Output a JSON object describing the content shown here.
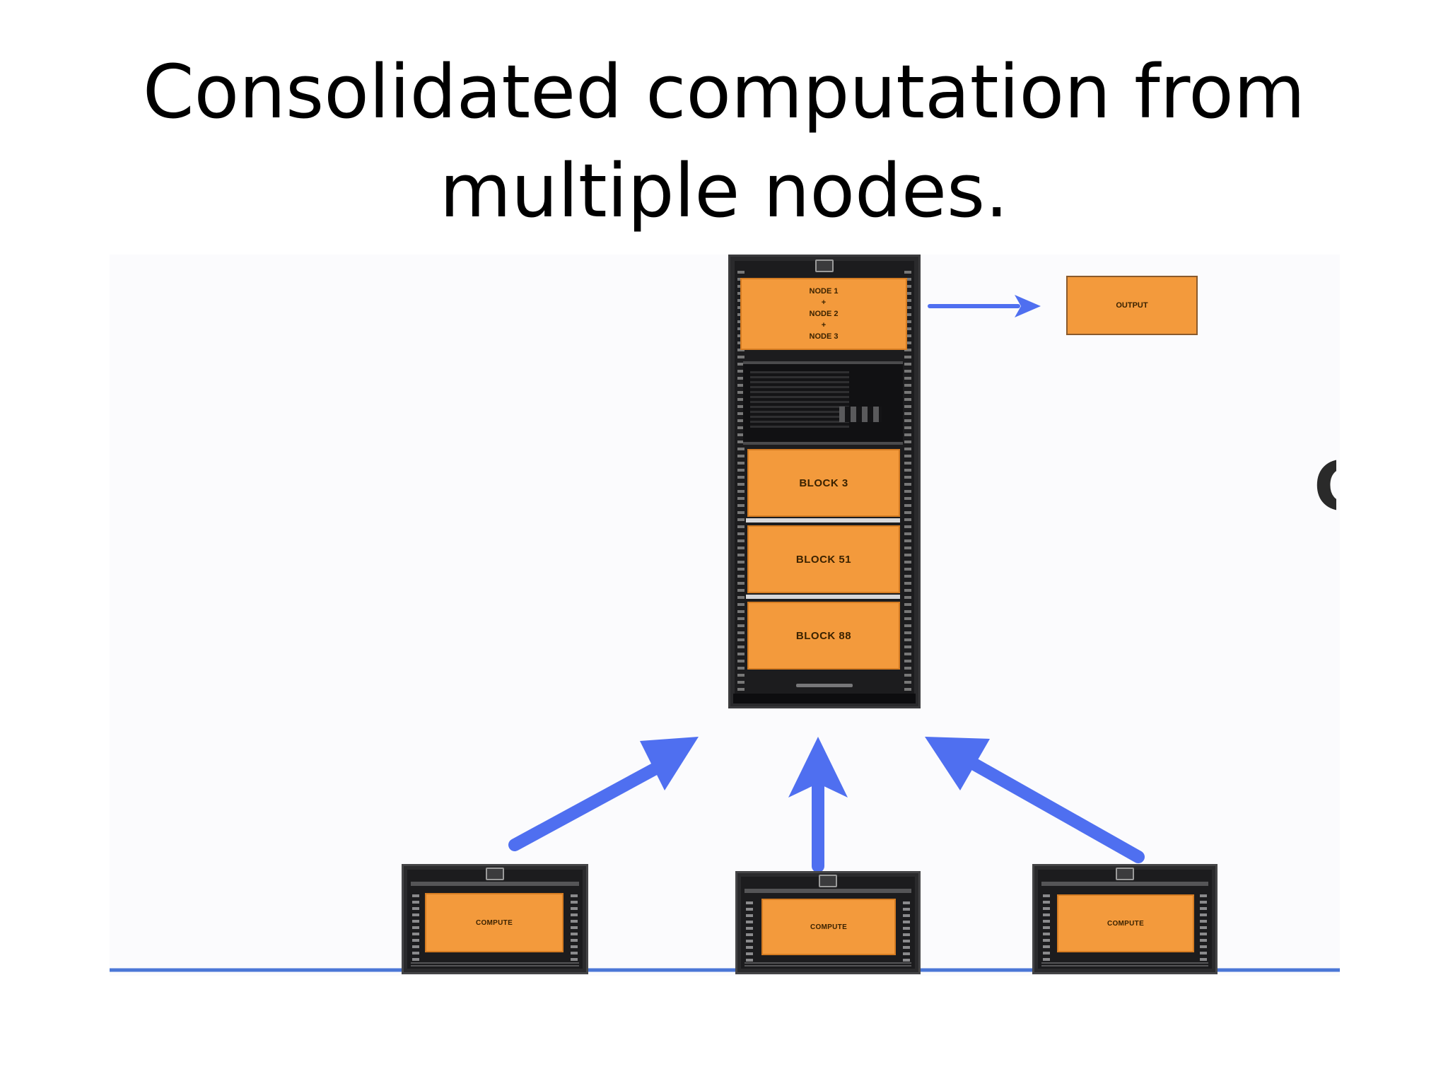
{
  "slide": {
    "title_line1": "Consolidated computation from",
    "title_line2": "multiple nodes."
  },
  "main_server": {
    "node_lines": [
      "NODE 1",
      "+",
      "NODE 2",
      "+",
      "NODE 3"
    ],
    "blocks": [
      "BLOCK 3",
      "BLOCK 51",
      "BLOCK 88"
    ]
  },
  "output": {
    "label": "OUTPUT"
  },
  "compute_nodes": [
    {
      "label": "COMPUTE"
    },
    {
      "label": "COMPUTE"
    },
    {
      "label": "COMPUTE"
    }
  ],
  "edge_glyph": "C",
  "colors": {
    "orange": "#f39a3c",
    "arrow_blue": "#4f6ff0",
    "baseline_blue": "#4a76d6",
    "rack_black": "#1c1c1e"
  }
}
